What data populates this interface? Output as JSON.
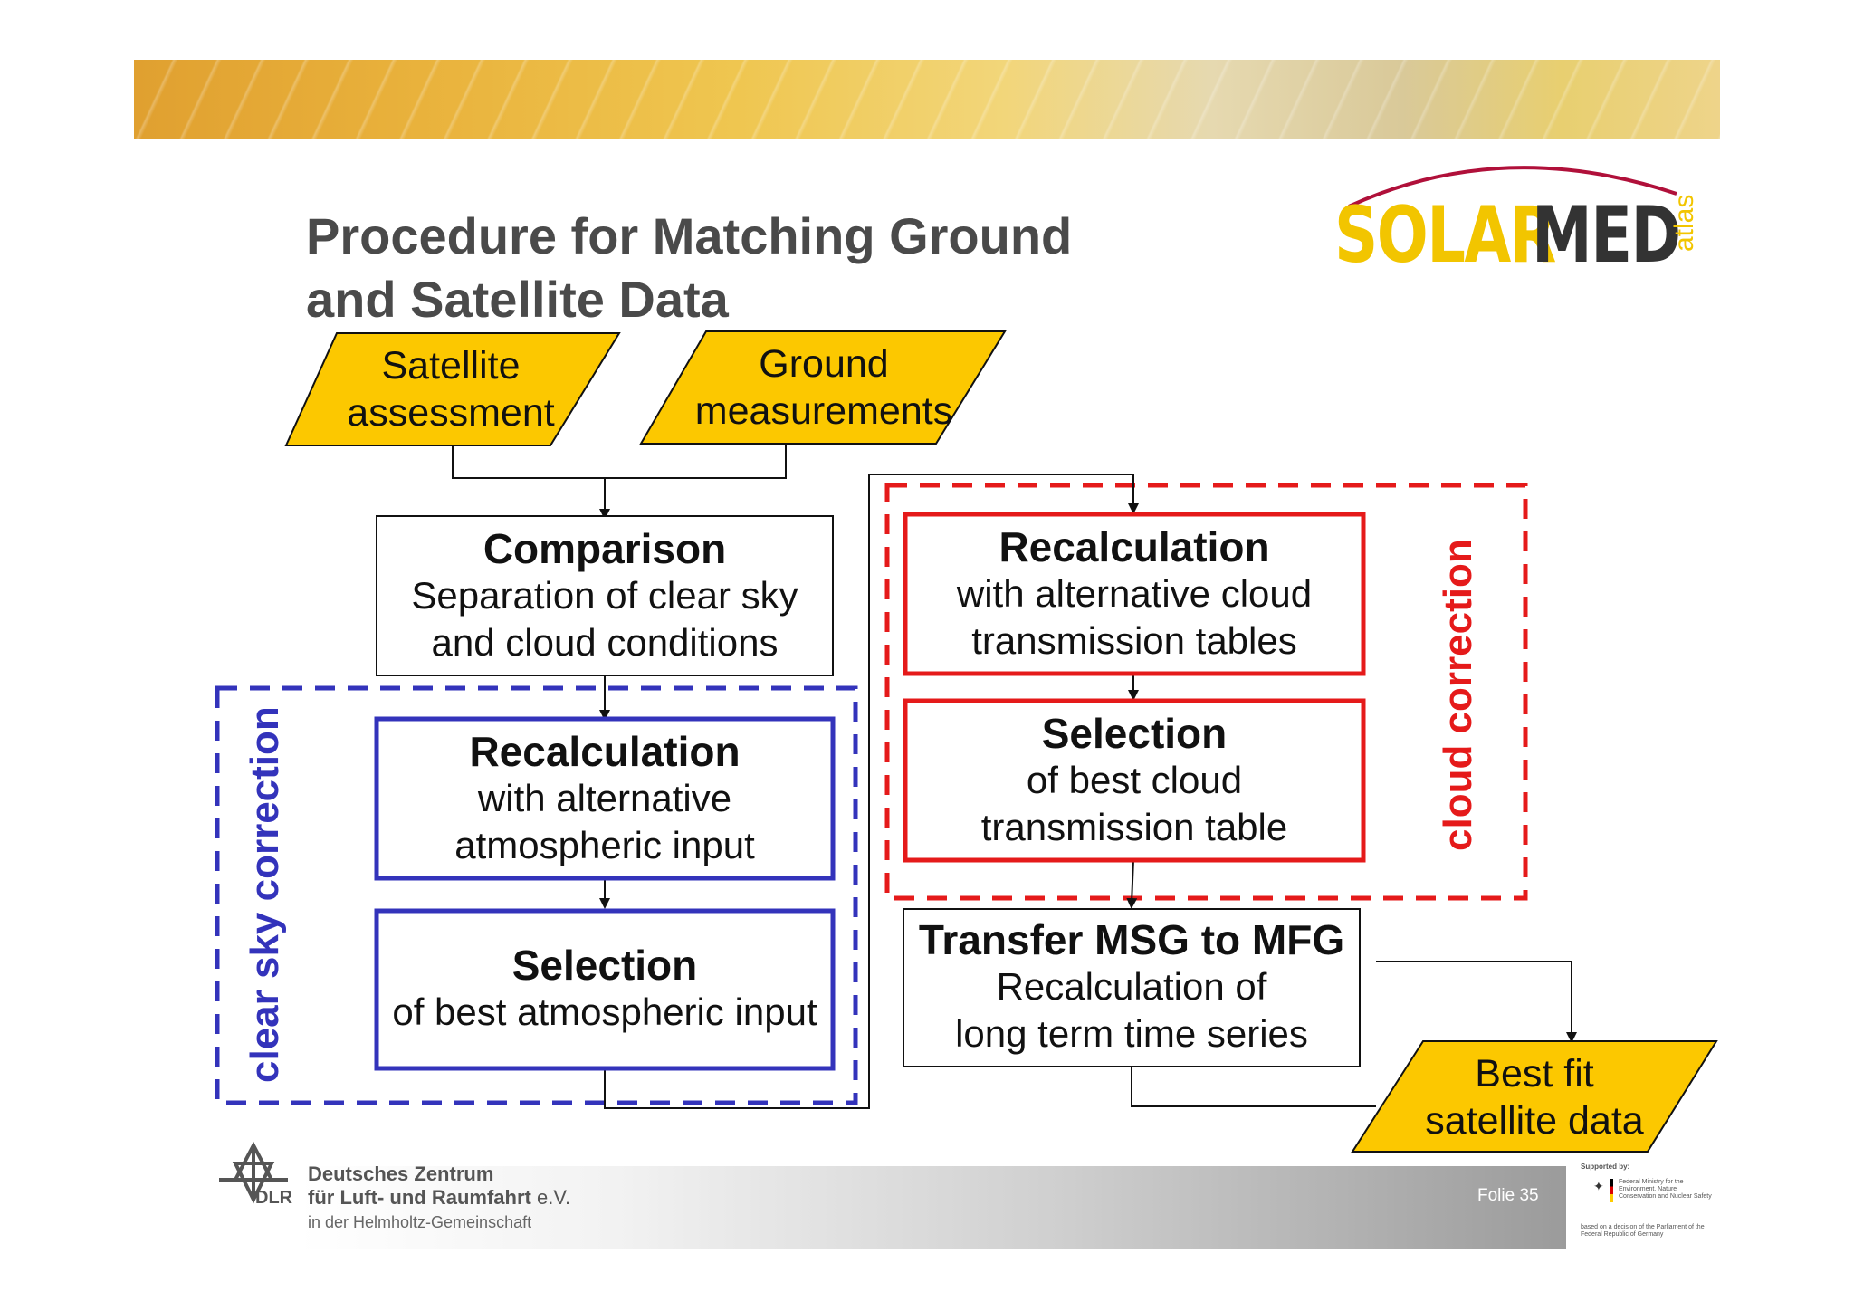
{
  "slide": {
    "title": "Procedure for Matching Ground\nand Satellite Data",
    "page_label": "Folie 35"
  },
  "logo": {
    "solar": "SOLAR",
    "med": "MED",
    "atlas": "atlas",
    "colors": {
      "yellow": "#f2c500",
      "dark": "#333333",
      "swoosh": "#b0103a"
    }
  },
  "inputs": {
    "satellite": "Satellite\nassessment",
    "ground": "Ground\nmeasurements"
  },
  "comparison": {
    "heading": "Comparison",
    "body": "Separation of clear sky\nand cloud conditions"
  },
  "clear_sky": {
    "label": "clear sky correction",
    "recalc_heading": "Recalculation",
    "recalc_body": "with alternative\natmospheric input",
    "select_heading": "Selection",
    "select_body": "of best atmospheric input",
    "color": "#3333bb"
  },
  "cloud": {
    "label": "cloud correction",
    "recalc_heading": "Recalculation",
    "recalc_body": "with alternative cloud\ntransmission tables",
    "select_heading": "Selection",
    "select_body": "of best cloud\ntransmission table",
    "color": "#e51a1a"
  },
  "transfer": {
    "heading": "Transfer MSG to MFG",
    "body": "Recalculation of\nlong term time series"
  },
  "output": {
    "label": "Best fit\nsatellite data"
  },
  "colors": {
    "parallelogram_fill": "#fcc800",
    "banner": "#e9b23c"
  },
  "footer": {
    "dlr_abbr": "DLR",
    "line1": "Deutsches Zentrum",
    "line2": "für Luft- und Raumfahrt",
    "line2_suffix": "e.V.",
    "line3": "in der Helmholtz-Gemeinschaft",
    "support_head": "Supported by:",
    "support_ministry": "Federal Ministry for the Environment, Nature Conservation and Nuclear Safety",
    "support_note": "based on a decision of the Parliament of the Federal Republic of Germany"
  }
}
